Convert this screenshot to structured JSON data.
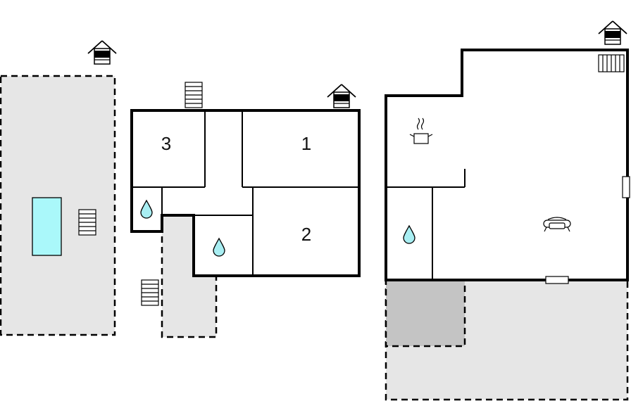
{
  "rooms": [
    {
      "id": "room-1",
      "label": "1"
    },
    {
      "id": "room-2",
      "label": "2"
    },
    {
      "id": "room-3",
      "label": "3"
    }
  ],
  "colors": {
    "outdoor_area": "#e6e6e6",
    "covered_area": "#c4c4c4",
    "pool": "#aaf8fa",
    "water_drop": "#a8eef2",
    "wall": "#000000"
  },
  "icons": {
    "pool": "pool-icon",
    "stairs": "stairs-icon",
    "bathroom": "water-drop-icon",
    "kitchen": "cooking-pot-icon",
    "living": "sofa-icon",
    "entrance": "entrance-house-icon"
  }
}
